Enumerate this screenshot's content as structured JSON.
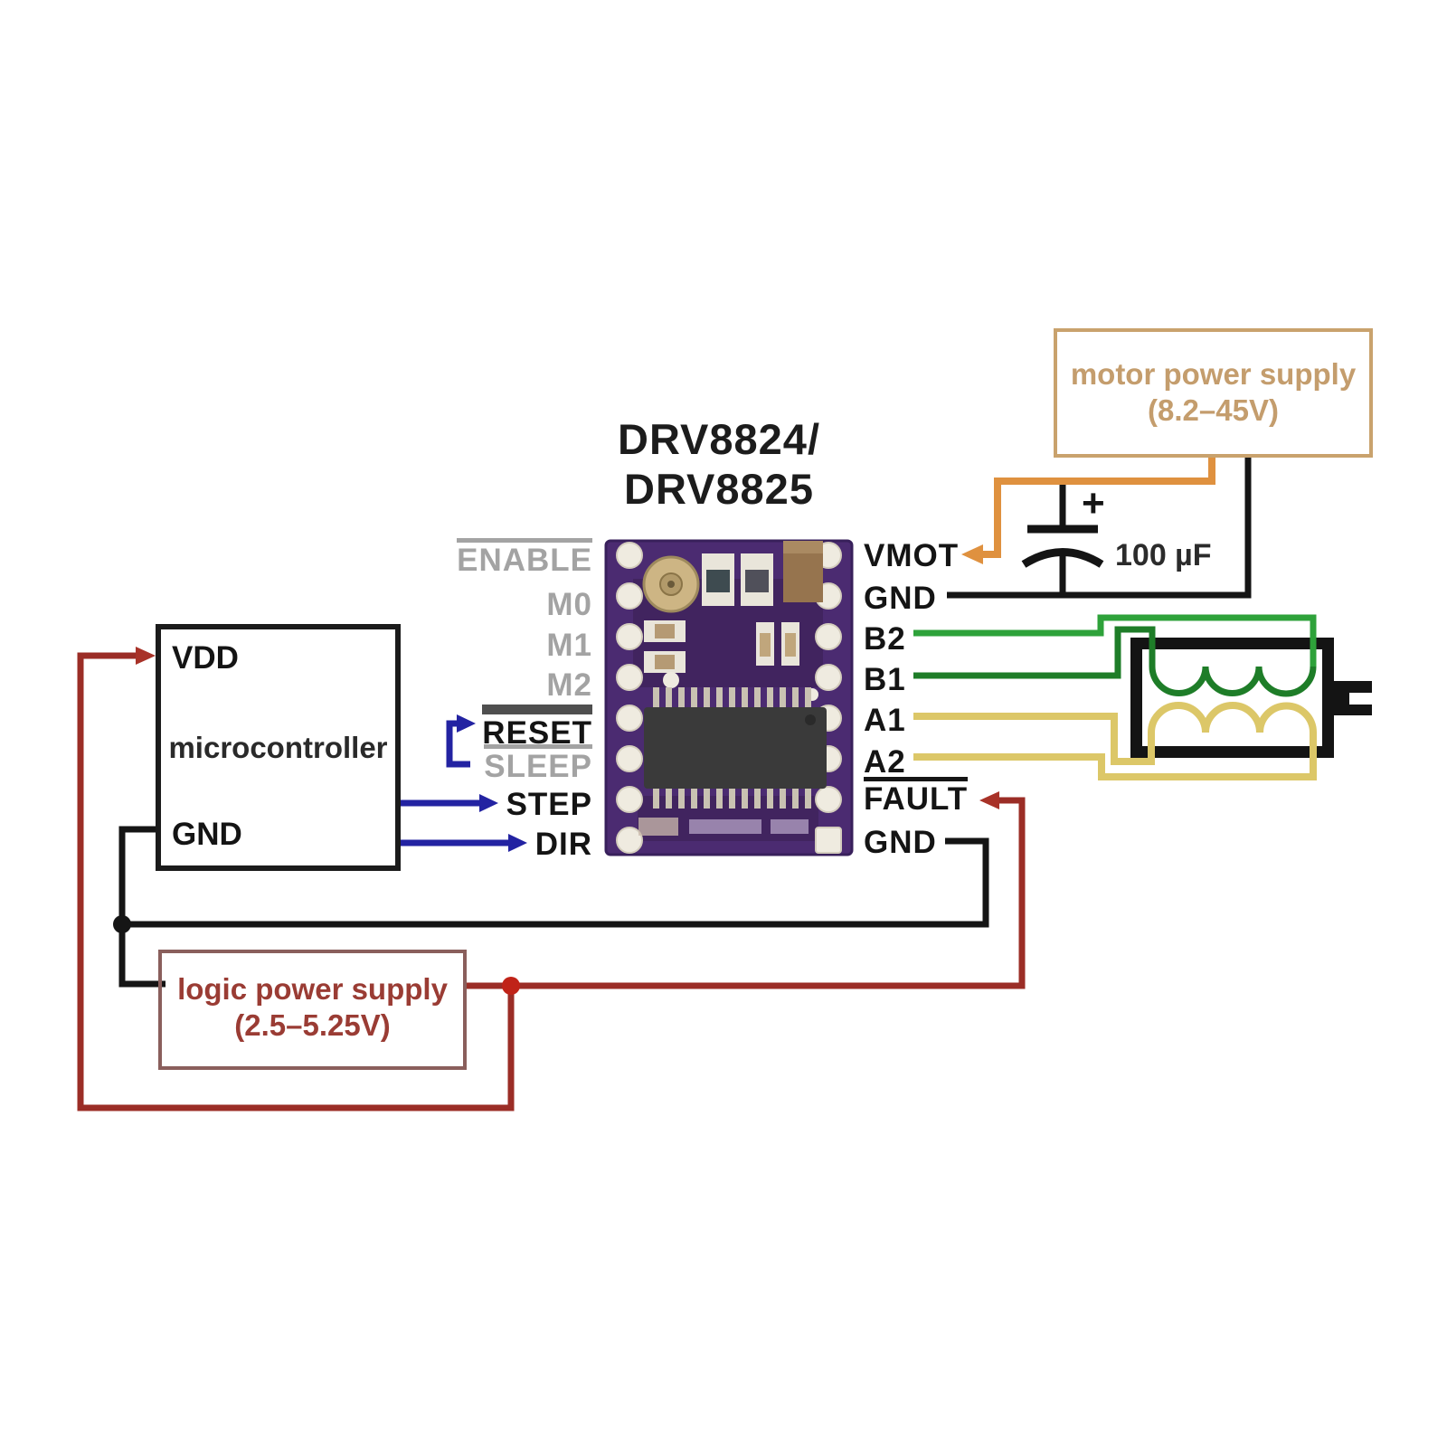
{
  "diagram": {
    "title_line1": "DRV8824/",
    "title_line2": "DRV8825",
    "motor_supply": {
      "line1": "motor power supply",
      "line2": "(8.2–45V)"
    },
    "logic_supply": {
      "line1": "logic power supply",
      "line2": "(2.5–5.25V)"
    },
    "microcontroller": {
      "vdd": "VDD",
      "name": "microcontroller",
      "gnd": "GND"
    },
    "capacitor": {
      "polarity": "+",
      "value": "100 µF"
    },
    "pins_left": [
      {
        "label": "ENABLE"
      },
      {
        "label": "M0"
      },
      {
        "label": "M1"
      },
      {
        "label": "M2"
      },
      {
        "label": "RESET"
      },
      {
        "label": "SLEEP"
      },
      {
        "label": "STEP"
      },
      {
        "label": "DIR"
      }
    ],
    "pins_right": [
      {
        "label": "VMOT"
      },
      {
        "label": "GND"
      },
      {
        "label": "B2"
      },
      {
        "label": "B1"
      },
      {
        "label": "A1"
      },
      {
        "label": "A2"
      },
      {
        "label": "FAULT"
      },
      {
        "label": "GND"
      }
    ],
    "colors": {
      "motor_supply_accent": "#c9a26d",
      "logic_supply_accent": "#9a3c34",
      "vmot_wire": "#df913f",
      "ground_wire": "#151515",
      "logic_power_wire": "#9b2d26",
      "signal_wire": "#2323a2",
      "phase_b2_wire": "#2ea23a",
      "phase_b1_wire": "#1e7d28",
      "phase_a_wire": "#dcc768",
      "pcb_purple": "#4b2b71",
      "inactive_pin_text": "#a3a3a3",
      "active_pin_text": "#141414"
    }
  }
}
